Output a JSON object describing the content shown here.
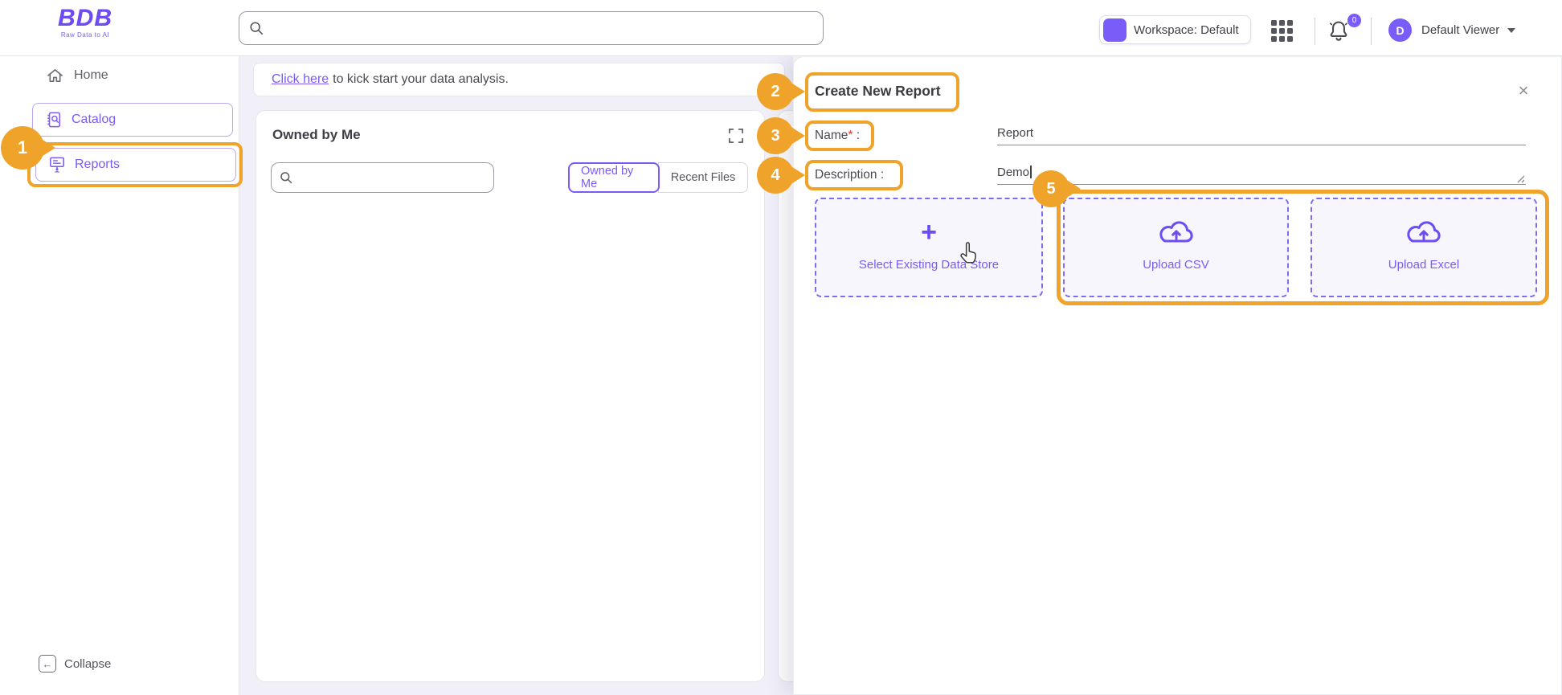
{
  "header": {
    "logo_title": "BDB",
    "logo_subtitle": "Raw Data to AI",
    "workspace_label": "Workspace: Default",
    "notification_count": "0",
    "user_initial": "D",
    "user_name": "Default Viewer"
  },
  "sidebar": {
    "items": [
      {
        "label": "Home"
      },
      {
        "label": "Catalog"
      },
      {
        "label": "Reports"
      }
    ],
    "collapse_label": "Collapse"
  },
  "main": {
    "banner_link": "Click here",
    "banner_text": "to kick start your data analysis.",
    "section_title": "Owned by Me",
    "tabs": [
      {
        "label": "Owned by Me",
        "active": true
      },
      {
        "label": "Recent Files",
        "active": false
      }
    ]
  },
  "panel": {
    "title": "Create New Report",
    "name_label": "Name",
    "name_required": "*",
    "name_colon": " :",
    "name_value": "Report",
    "description_label": "Description :",
    "description_value": "Demo",
    "close_glyph": "×",
    "options": [
      {
        "label": "Select Existing Data Store",
        "icon": "plus-icon"
      },
      {
        "label": "Upload CSV",
        "icon": "cloud-upload-icon"
      },
      {
        "label": "Upload Excel",
        "icon": "cloud-upload-icon"
      }
    ]
  },
  "annotations": {
    "pins": [
      "1",
      "2",
      "3",
      "4",
      "5"
    ],
    "accent_color": "#F0A32B"
  },
  "colors": {
    "accent_purple": "#7B5AF5",
    "badge_purple": "#7A5CF8",
    "annotation_orange": "#F0A32B",
    "required_red": "#E53935",
    "background_lavender": "#F1F0F9"
  }
}
